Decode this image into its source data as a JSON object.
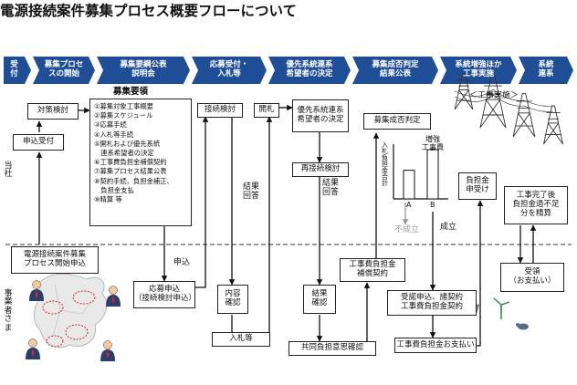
{
  "title": "電源接続案件募集プロセス概要フローについて",
  "stages": [
    {
      "label": "受\n付"
    },
    {
      "label": "募集プロセ\nスの開始"
    },
    {
      "label": "募集要綱公表\n説明会"
    },
    {
      "label": "応募受付・\n入札等"
    },
    {
      "label": "優先系統連系\n希望者の決定"
    },
    {
      "label": "募集成否判定\n結果公表"
    },
    {
      "label": "系統増強ほか\n工事実施"
    },
    {
      "label": "系統\n連系"
    }
  ],
  "lanes": {
    "utility": "当\n社",
    "applicant": "事\n業\n者\nさ\nま"
  },
  "nodes": {
    "taisaku": "対策検討",
    "moushikomi": "申込受付",
    "bosyu_title": "募集要領",
    "setsuzoku": "接続検討",
    "kaisatsu": "開札",
    "yusen": "優先系統連系\n希望者の決定",
    "saisetsuzoku": "再接続検討",
    "seihi": "募集成否判定",
    "futan_uketsuke": "負担金\n申受け",
    "kanryo": "工事完了後\n負担金過不足\n分を精算",
    "start_app": "電源接続案件募集\nプロセス開始申込",
    "oubo": "応募申込\n（接続検討申込）",
    "naiyou": "内容\n確認",
    "nyusatsu": "入札等",
    "kekka": "結果\n確認",
    "hoshou": "工事費負担金\n補償契約",
    "kyodo": "共同負担意思確認",
    "juyo": "受諾申込、諸契約\n工事費負担金契約",
    "shiharai": "工事費負担金お支払い",
    "ryoshu": "受領\n（お支払い）"
  },
  "bosyu_items": [
    "①募集対象工事概要",
    "②募集スケジュール",
    "③応募手続",
    "④入札等手続",
    "⑤開札および優先系統\n　連系希望者の決定",
    "⑥工事費負担金補償契約",
    "⑦募集プロセス結果公表",
    "⑧契約手続、負担金補正、\n　負担金支払",
    "⑨精算 等"
  ],
  "labels": {
    "moushikomi_arrow": "申込",
    "kekka_kaito1": "結果\n回答",
    "kekka_kaito2": "結果\n回答",
    "koji_jisshi": "＜工事実施＞",
    "fuseiritsu": "不成立",
    "seiritsu": "成立"
  },
  "chart_data": {
    "type": "bar",
    "categories": [
      "A",
      "B"
    ],
    "values": [
      58,
      100
    ],
    "ylabel": "入札負担金合計",
    "annotation": "増強\n工事費"
  },
  "colors": {
    "stage_bg": "#1f4e96",
    "dashed_line": "#333333",
    "circle_red": "#d9262b",
    "map_fill": "#e9e9e9"
  }
}
